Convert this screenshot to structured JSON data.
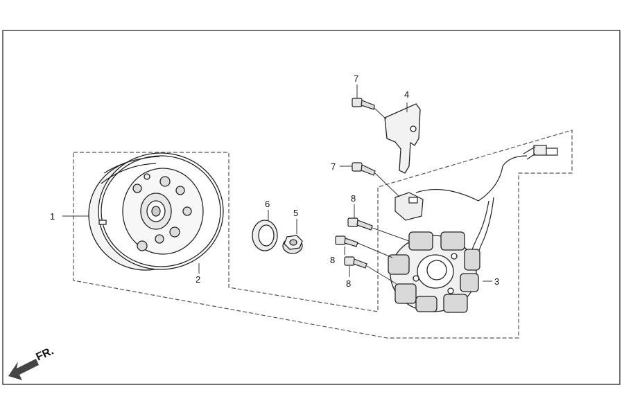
{
  "callouts": {
    "c1": "1",
    "c2": "2",
    "c3": "3",
    "c4": "4",
    "c5": "5",
    "c6": "6",
    "c7a": "7",
    "c7b": "7",
    "c8a": "8",
    "c8b": "8",
    "c8c": "8"
  },
  "front_indicator": "FR."
}
